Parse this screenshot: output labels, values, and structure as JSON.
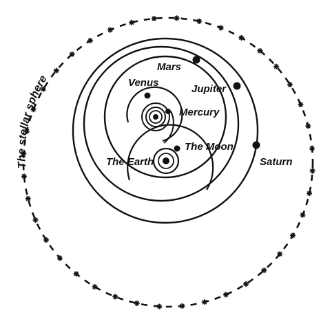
{
  "diagram": {
    "labels": {
      "stellar_sphere": "The stellar sphere",
      "mars": "Mars",
      "venus": "Venus",
      "jupiter": "Jupiter",
      "mercury": "Mercury",
      "the_earth": "The Earth",
      "the_moon": "The Moon",
      "saturn": "Saturn"
    },
    "colors": {
      "ink": "#111111",
      "background": "#ffffff"
    }
  }
}
